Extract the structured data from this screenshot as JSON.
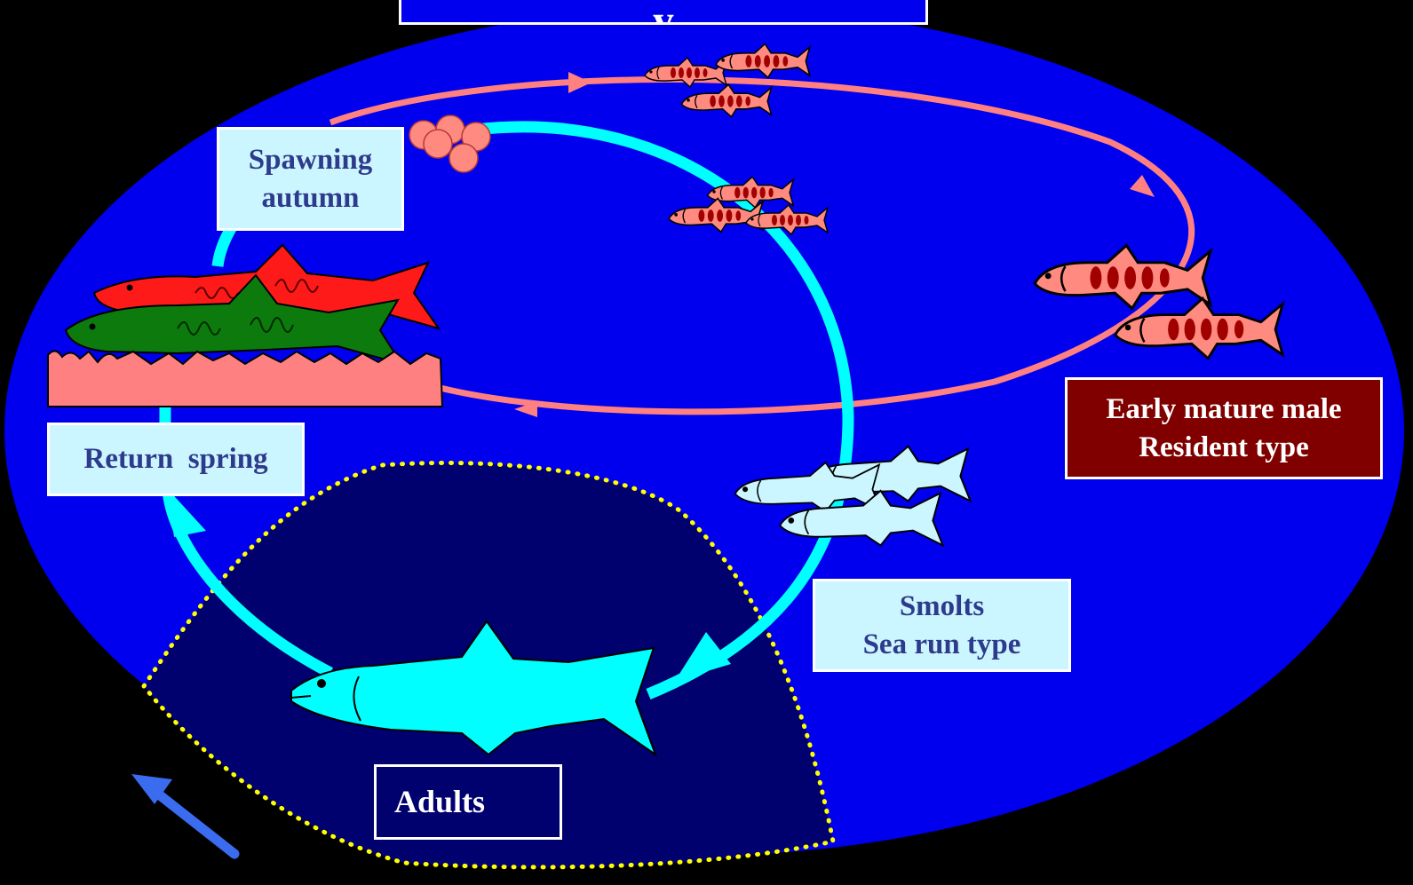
{
  "title": "…y…",
  "labels": {
    "spawning": [
      "Spawning",
      "autumn"
    ],
    "return": "Return  spring",
    "smolts": [
      "Smolts",
      "Sea run type"
    ],
    "early": [
      "Early mature male",
      "Resident type"
    ],
    "adults": "Adults"
  },
  "colors": {
    "background": "#000000",
    "ellipse": "#0000ee",
    "adult_zone": "#00006e",
    "sea_cycle": "#00ffff",
    "resident_cycle": "#ff8080",
    "dotted_outline": "#ffff00",
    "spawning_male": "#ff1a1a",
    "spawning_female": "#0d7a0d",
    "juvenile": "#ff8a80",
    "smolt": "#ccf6ff",
    "pointer_arrow": "#3b6cf0"
  },
  "icons": [
    "egg-cluster-icon",
    "parr-fish-icon",
    "spawning-fish-icon",
    "resident-fish-icon",
    "smolt-fish-icon",
    "adult-fish-icon",
    "gravel-bed-icon"
  ]
}
